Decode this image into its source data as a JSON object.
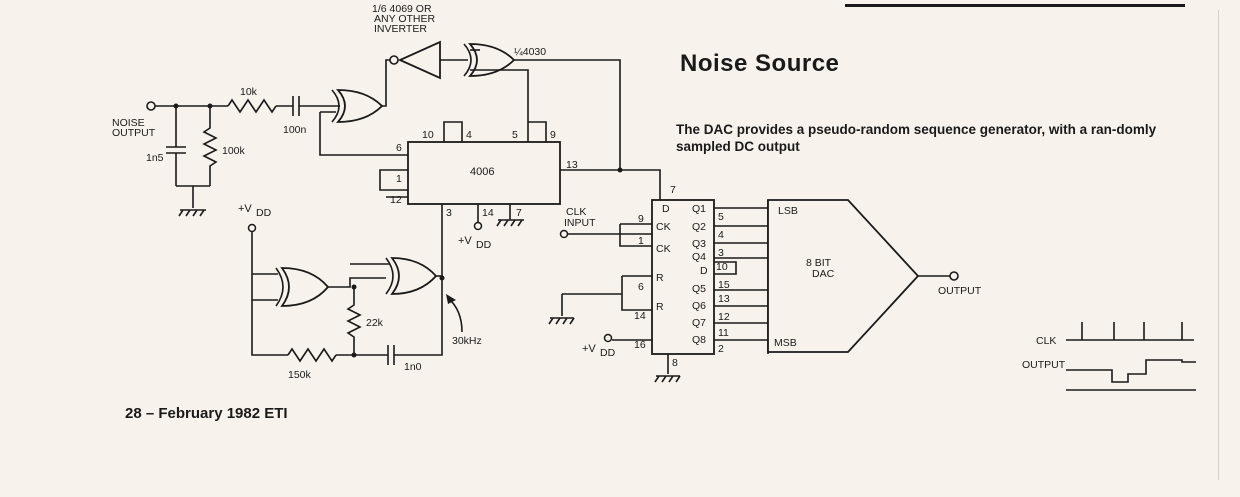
{
  "heading": {
    "title": "Noise Source"
  },
  "caption": {
    "text": "The DAC provides a pseudo-random sequence generator, with a ran-domly sampled DC output"
  },
  "footer": {
    "text": "28  –  February 1982 ETI"
  },
  "schematic": {
    "inverter_note": [
      "1/6 4069 OR",
      "ANY OTHER",
      "INVERTER"
    ],
    "xor_note": "¼4030",
    "noise_output": [
      "NOISE",
      "OUTPUT"
    ],
    "r_10k": "10k",
    "r_100k": "100k",
    "c_1n5": "1n5",
    "c_100n": "100n",
    "shift_register": "4006",
    "vdd_label": "+V",
    "vdd_sub": "DD",
    "r_22k": "22k",
    "r_150k": "150k",
    "c_1n0": "1n0",
    "freq": "30kHz",
    "clk_input": [
      "CLK",
      "INPUT"
    ],
    "dac_label": [
      "8 BIT",
      "DAC"
    ],
    "lsb": "LSB",
    "msb": "MSB",
    "output": "OUTPUT",
    "latch_pins_left": [
      "D",
      "CK",
      "CK",
      "R",
      "R"
    ],
    "latch_pins_right": [
      "Q1",
      "Q2",
      "Q3",
      "Q4",
      "D",
      "Q5",
      "Q6",
      "Q7",
      "Q8"
    ],
    "pin_numbers": {
      "p10": "10",
      "p4": "4",
      "p5": "5",
      "p9": "9",
      "p6": "6",
      "p13": "13",
      "p1": "1",
      "p12": "12",
      "p3": "3",
      "p14": "14",
      "p7": "7",
      "l7": "7",
      "l9": "9",
      "l1": "1",
      "l6": "6",
      "l14": "14",
      "l16": "16",
      "l8": "8",
      "r5": "5",
      "r4": "4",
      "r3": "3",
      "r10": "10",
      "r15": "15",
      "r13": "13",
      "r12": "12",
      "r11": "11",
      "r2": "2"
    },
    "timing": {
      "clk": "CLK",
      "output": "OUTPUT"
    }
  }
}
